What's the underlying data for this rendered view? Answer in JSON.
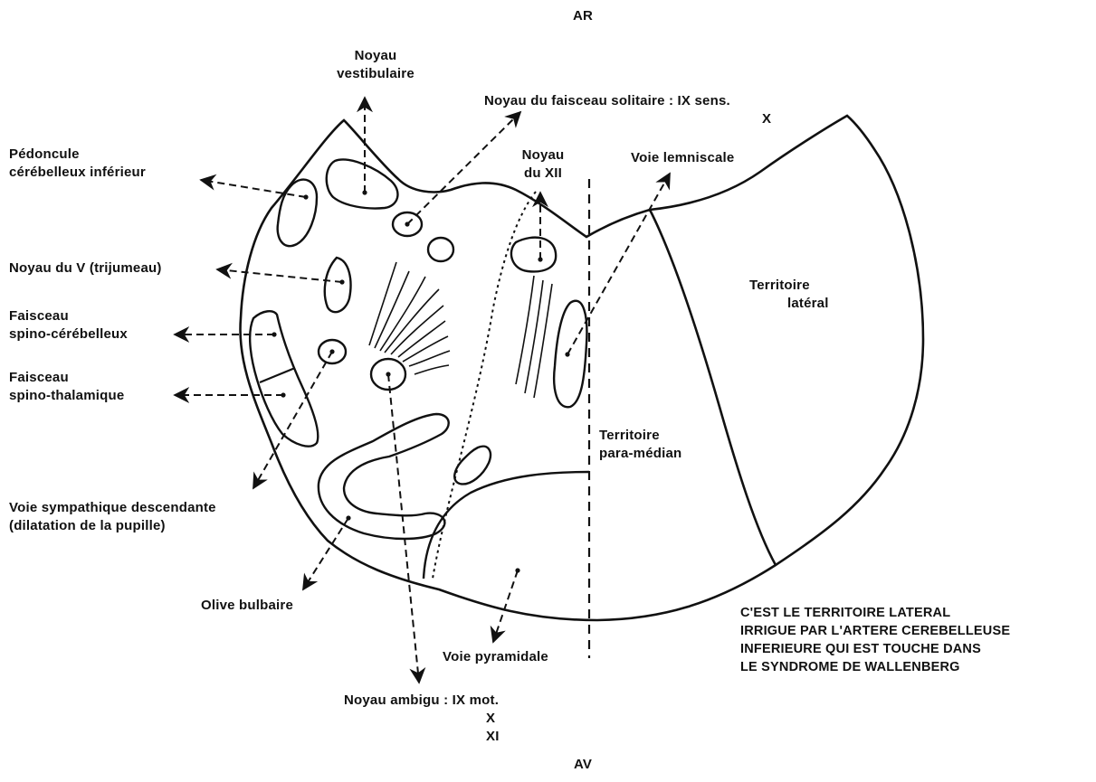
{
  "orientation": {
    "top": "AR",
    "bottom": "AV"
  },
  "labels": {
    "noyau_vestibulaire": [
      "Noyau",
      "vestibulaire"
    ],
    "noyau_faisceau_solitaire": [
      "Noyau du faisceau solitaire : IX sens.",
      "X"
    ],
    "pedoncule": [
      "Pédoncule",
      "cérébelleux inférieur"
    ],
    "noyau_xii": [
      "Noyau",
      "du XII"
    ],
    "voie_lemniscale": "Voie lemniscale",
    "noyau_v": "Noyau du V (trijumeau)",
    "faisceau_spino_cerebelleux": [
      "Faisceau",
      "spino-cérébelleux"
    ],
    "faisceau_spino_thalamique": [
      "Faisceau",
      "spino-thalamique"
    ],
    "voie_sympathique": [
      "Voie sympathique descendante",
      "(dilatation de la pupille)"
    ],
    "olive_bulbaire": "Olive bulbaire",
    "voie_pyramidale": "Voie pyramidale",
    "noyau_ambigu": [
      "Noyau ambigu : IX mot.",
      "X",
      "XI"
    ],
    "territoire_lateral": [
      "Territoire",
      "latéral"
    ],
    "territoire_para_median": [
      "Territoire",
      "para-médian"
    ]
  },
  "caption": [
    "C'EST LE TERRITOIRE LATERAL",
    "IRRIGUE PAR L'ARTERE CEREBELLEUSE",
    "INFERIEURE QUI EST TOUCHE DANS",
    "LE SYNDROME DE WALLENBERG"
  ]
}
